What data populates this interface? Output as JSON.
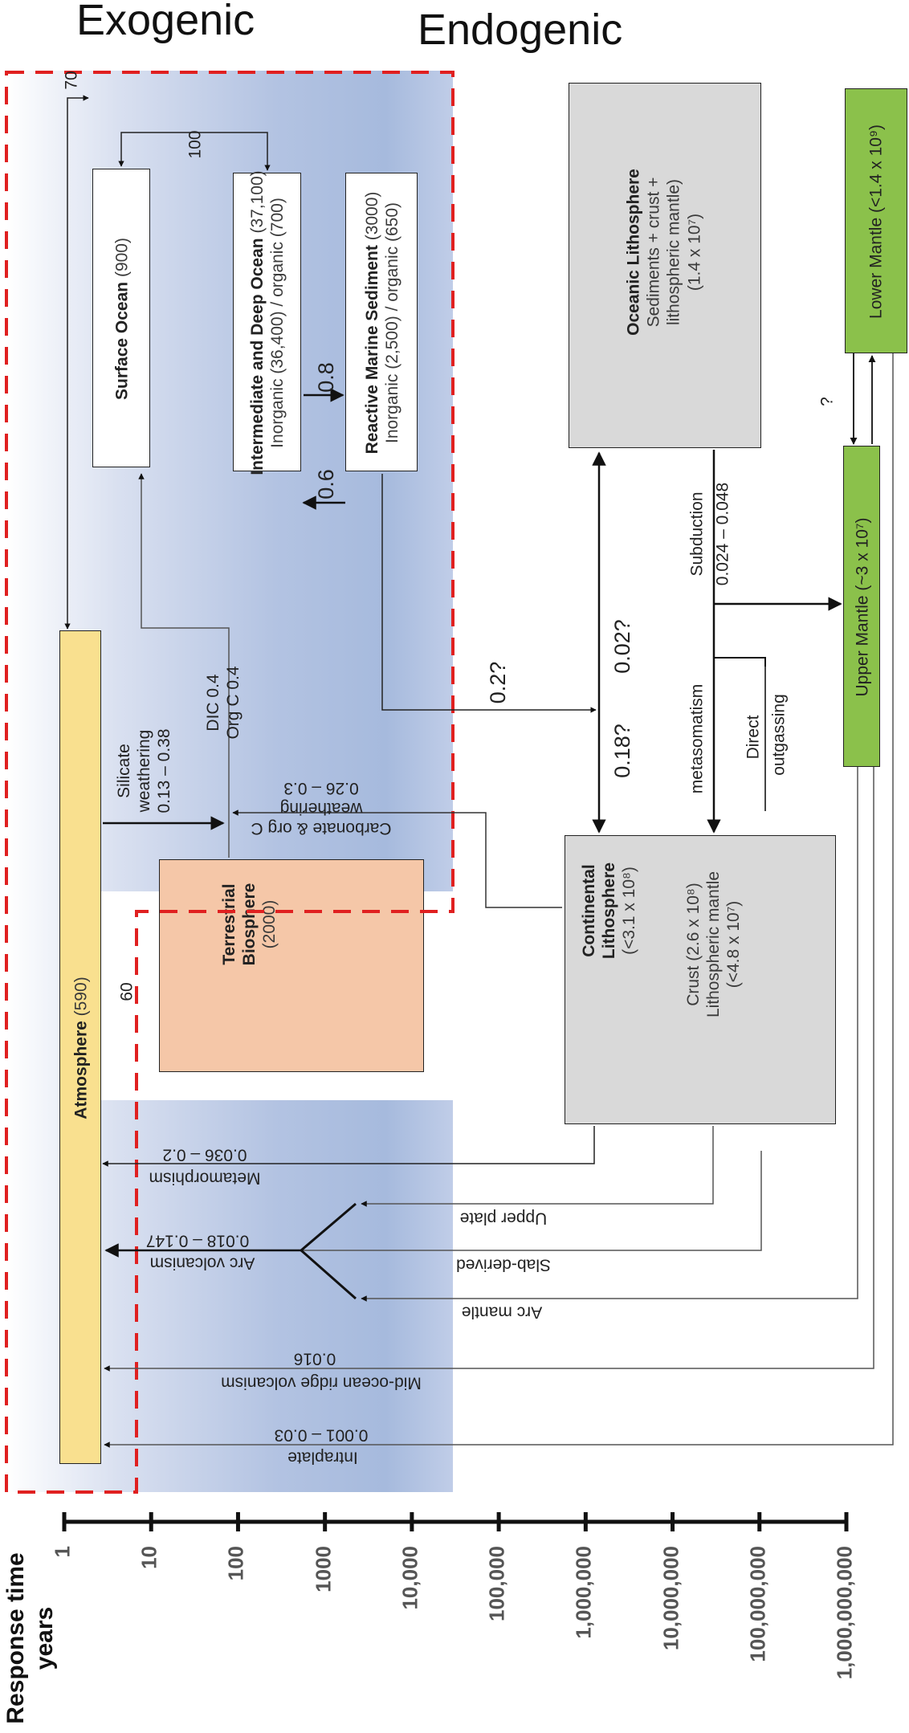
{
  "headers": {
    "exogenic": "Exogenic",
    "endogenic": "Endogenic"
  },
  "reservoirs": {
    "surface_ocean": {
      "name": "Surface Ocean",
      "value": "(900)"
    },
    "deep_ocean": {
      "name": "Intermediate and Deep Ocean",
      "value": "(37,100)",
      "detail": "Inorganic (36,400) / organic (700)"
    },
    "marine_sediment": {
      "name": "Reactive Marine Sediment",
      "value": "(3000)",
      "detail": "Inorganic (2,500) / organic (650)"
    },
    "atmosphere": {
      "name": "Atmosphere",
      "value": "(590)"
    },
    "terrestrial_biosphere": {
      "name_line1": "Terrestrial",
      "name_line2": "Biosphere",
      "value": "(2000)"
    },
    "oceanic_lithosphere": {
      "name": "Oceanic Lithosphere",
      "detail_line1": "Sediments + crust +",
      "detail_line2": "lithospheric mantle)",
      "value": "(1.4 x 10⁷)"
    },
    "continental_lithosphere": {
      "name_line1": "Continental",
      "name_line2": "Lithosphere",
      "value": "(<3.1 x 10⁸)",
      "detail_line1": "Crust (2.6 x 10⁸)",
      "detail_line2": "Lithospheric mantle",
      "detail_line3": "(<4.8 x 10⁷)"
    },
    "upper_mantle": {
      "name": "Upper Mantle",
      "value": "(~3 x 10⁷)"
    },
    "lower_mantle": {
      "name": "Lower Mantle",
      "value": "(<1.4 x 10⁹)"
    }
  },
  "fluxes": {
    "surface_deep_exchange": "100",
    "atmosphere_ocean": "70",
    "deep_to_sediment": "0.8",
    "sediment_to_deep": "0.6",
    "atmosphere_biosphere": "60",
    "silicate_weathering_label_1": "Silicate",
    "silicate_weathering_label_2": "weathering",
    "silicate_weathering_value": "0.13 – 0.38",
    "river_dic": "DIC 0.4",
    "river_org_c": "Org C 0.4",
    "carbonate_weathering_label": "Carbonate & org C",
    "carbonate_weathering_label_2": "weathering",
    "carbonate_weathering_value": "0.26 – 0.3",
    "sediment_to_lithosphere": "0.2?",
    "oceanic_to_continental": "0.18?",
    "continental_to_oceanic": "0.02?",
    "subduction_label": "Subduction",
    "subduction_value": "0.024 – 0.048",
    "metasomatism": "metasomatism",
    "direct_outgassing_1": "Direct",
    "direct_outgassing_2": "outgassing",
    "mantle_exchange": "?",
    "metamorphism_label": "Metamorphism",
    "metamorphism_value": "0.036 – 0.2",
    "arc_volcanism_label": "Arc volcanism",
    "arc_volcanism_value": "0.018 – 0.147",
    "upper_plate": "Upper plate",
    "slab_derived": "Slab-derived",
    "arc_mantle": "Arc mantle",
    "mor_label": "Mid-ocean ridge volcanism",
    "mor_value": "0.016",
    "intraplate_label": "Intraplate",
    "intraplate_value": "0.001 – 0.03"
  },
  "axis": {
    "title_line1": "Response time",
    "title_line2": "years",
    "ticks": [
      "1",
      "10",
      "100",
      "1000",
      "10,000",
      "100,000",
      "1,000,000",
      "10,000,000",
      "100,000,000",
      "1,000,000,000"
    ]
  },
  "colors": {
    "boundary": "#e02020",
    "atmosphere": "#f9e08f",
    "biosphere": "#f5c7a8",
    "lithosphere": "#d9d9d9",
    "mantle": "#8bc14b"
  }
}
